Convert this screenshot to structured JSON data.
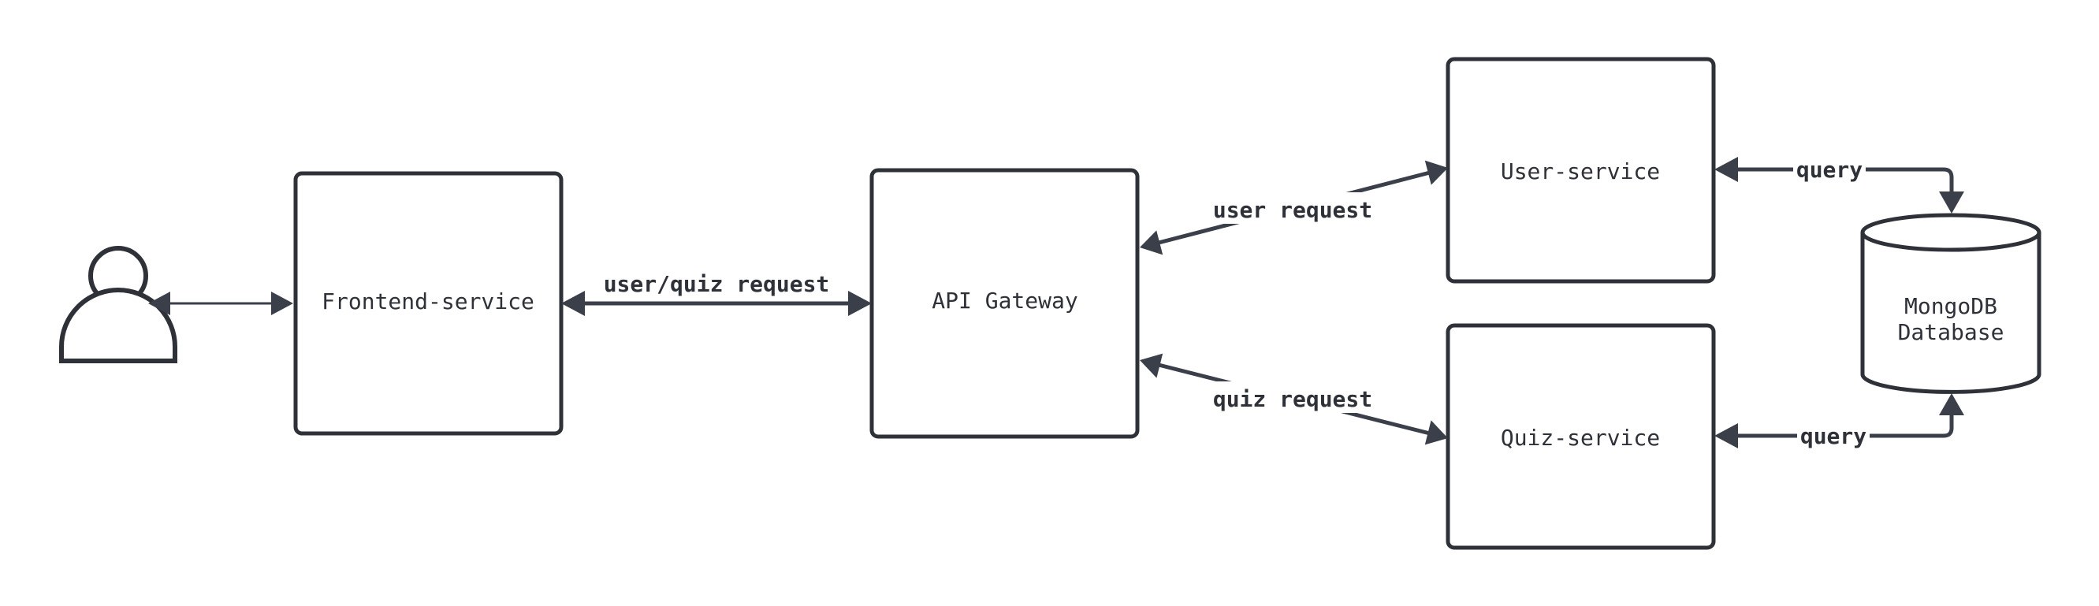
{
  "nodes": {
    "frontend": "Frontend-service",
    "gateway": "API Gateway",
    "user_service": "User-service",
    "quiz_service": "Quiz-service",
    "database_line1": "MongoDB",
    "database_line2": "Database"
  },
  "edges": {
    "frontend_gateway": "user/quiz request",
    "gateway_user": "user request",
    "gateway_quiz": "quiz request",
    "user_db": "query",
    "quiz_db": "query"
  },
  "colors": {
    "stroke": "#2e3138",
    "arrow": "#3a3f4a",
    "background": "#ffffff"
  },
  "icons": {
    "user": "person-icon"
  }
}
